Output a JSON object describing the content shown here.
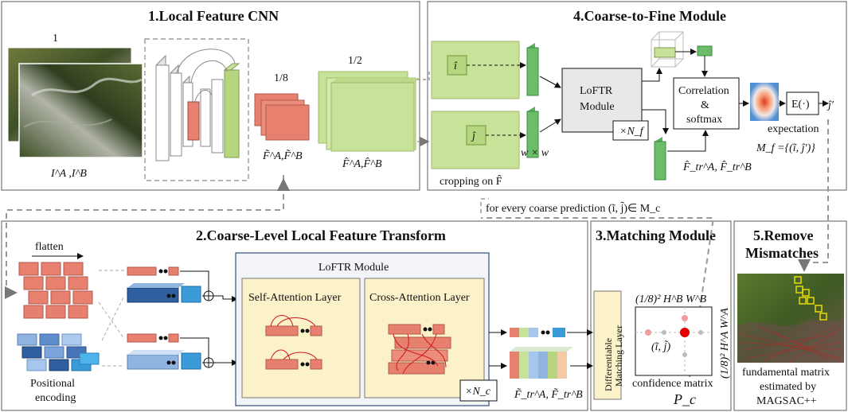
{
  "panels": {
    "local_cnn": {
      "title": "1.Local Feature CNN"
    },
    "coarse_to_fine": {
      "title": "4.Coarse-to-Fine Module"
    },
    "coarse_transform": {
      "title": "2.Coarse-Level Local Feature Transform"
    },
    "matching": {
      "title": "3.Matching Module"
    },
    "remove": {
      "title_line1": "5.Remove",
      "title_line2": "Mismatches"
    }
  },
  "cnn": {
    "image_index": "1",
    "image_label": "I^A ,I^B",
    "scale_1_8": "1/8",
    "scale_1_2": "1/2",
    "coarse_feat_label": "F̃^A,F̃^B",
    "fine_feat_label": "F̂^A,F̂^B"
  },
  "fine": {
    "i_hat": "î",
    "j_hat": "ĵ",
    "window": "w × w",
    "cropping": "cropping on F̂",
    "loftr_line1": "LoFTR",
    "loftr_line2": "Module",
    "nf": "×N_f",
    "corr_line1": "Correlation",
    "corr_line2": "&",
    "corr_line3": "softmax",
    "expectation": "expectation",
    "e_label": "E(·)",
    "j_prime": "ĵ′",
    "mf": "M_f ={(ĩ, ĵ′)}",
    "ftr_label": "F̂_tr^A, F̂_tr^B",
    "every_coarse": "for every coarse prediction (ĩ, j̃)∈ M_c"
  },
  "transform": {
    "flatten": "flatten",
    "positional_line1": "Positional",
    "positional_line2": "encoding",
    "loftr_title": "LoFTR Module",
    "self_attn": "Self-Attention Layer",
    "cross_attn": "Cross-Attention Layer",
    "nc": "×N_c",
    "tr_label": "F̃_tr^A, F̃_tr^B"
  },
  "matching": {
    "diff_line1": "Differentiable",
    "diff_line2": "Matching Layer",
    "hw_b": "(1/8)² H^B W^B",
    "hw_a": "(1/8)² H^A W^A",
    "ij_label": "(ĩ, j̃)",
    "conf": "confidence matrix",
    "pc": "P_c"
  },
  "remove": {
    "caption_line1": "fundamental matrix",
    "caption_line2": "estimated by",
    "caption_line3": "MAGSAC++"
  },
  "colors": {
    "salmon": "#e8806f",
    "green_light": "#c9e29a",
    "green_face": "#b5d57e",
    "green_dark": "#6bbd6a",
    "loftr_bg": "#fbf2c9",
    "blue_dark": "#2f5f9e",
    "blue_light": "#8fb4e0",
    "panel_border": "#777777"
  }
}
